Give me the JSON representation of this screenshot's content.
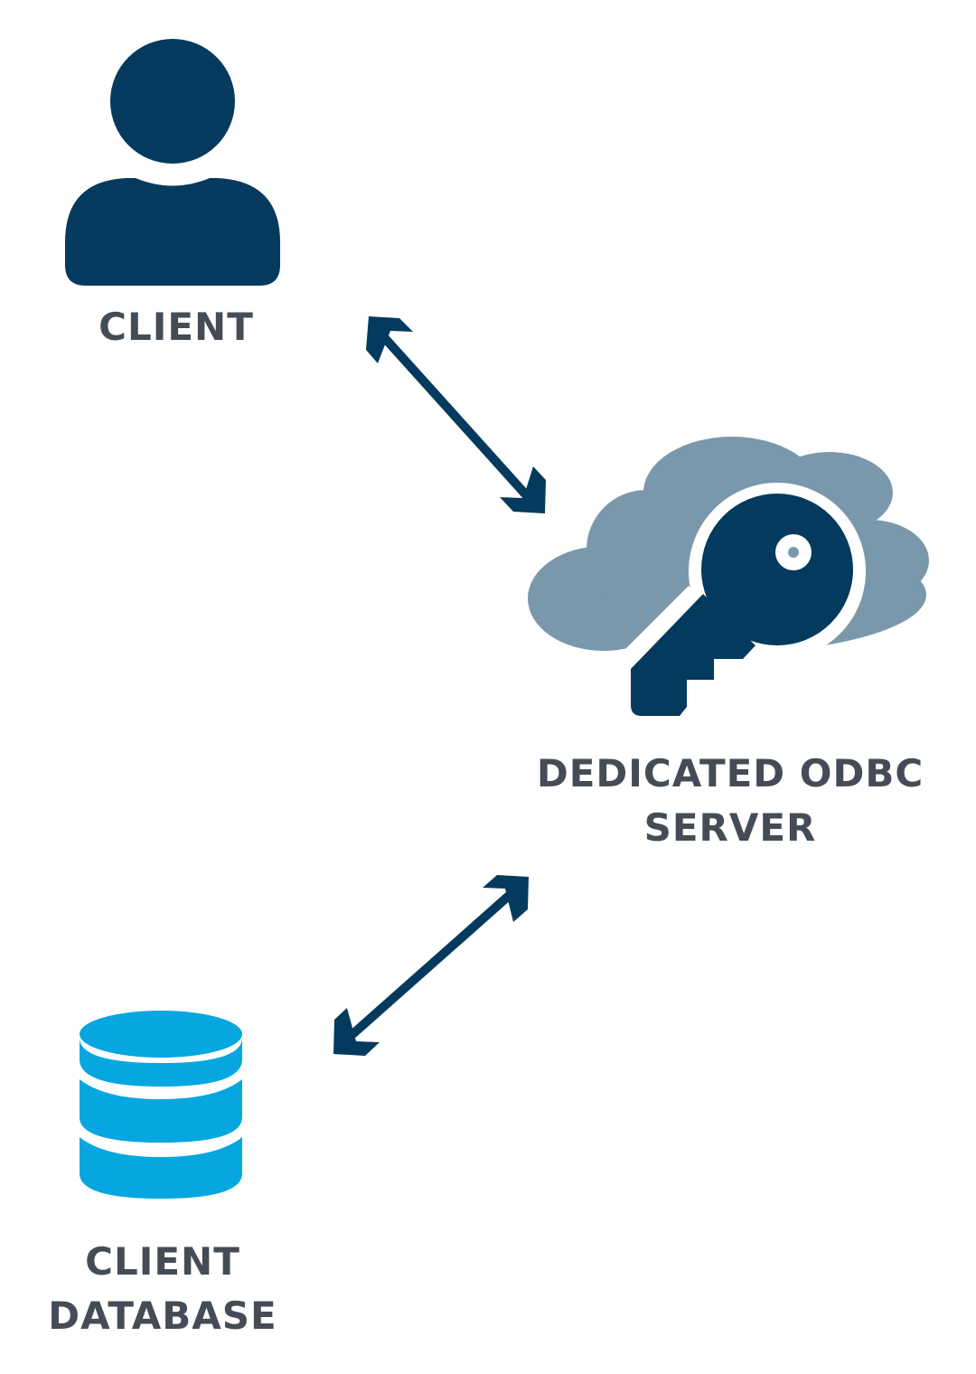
{
  "nodes": {
    "client": {
      "label": "CLIENT",
      "icon": "person-icon"
    },
    "server": {
      "label_line1": "DEDICATED ODBC",
      "label_line2": "SERVER",
      "icon": "cloud-key-icon"
    },
    "database": {
      "label_line1": "CLIENT",
      "label_line2": "DATABASE",
      "icon": "database-icon"
    }
  },
  "connections": [
    {
      "from": "CLIENT",
      "to": "DEDICATED ODBC SERVER",
      "direction": "bidirectional"
    },
    {
      "from": "DEDICATED ODBC SERVER",
      "to": "CLIENT DATABASE",
      "direction": "bidirectional"
    }
  ],
  "colors": {
    "navy": "#033a5d",
    "cloud": "#7a98ab",
    "database": "#06a6e1",
    "label": "#454c55",
    "background": "#ffffff"
  }
}
